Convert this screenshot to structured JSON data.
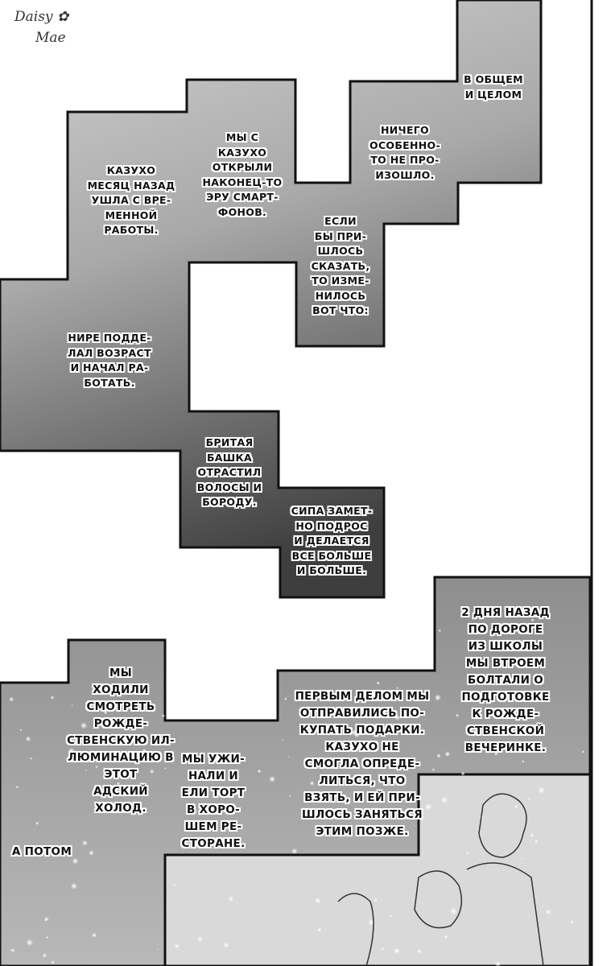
{
  "watermark": {
    "line1": "Daisy",
    "line2": "Mae",
    "icon": "flower-icon"
  },
  "captions": {
    "c1": "В общем\nи целом",
    "c2": "Ничего\nособенно-\nто не про-\nизошло.",
    "c3": "Мы с\nКазухо\nоткрыли\nнаконец-то\nэру смарт-\nфонов.",
    "c4": "Казухо\nмесяц назад\nушла с вре-\nменной\nработы.",
    "c5": "Если\nбы при-\nшлось\nсказать,\nто изме-\nнилось\nвот что:",
    "c6": "Нире подде-\nлал возраст\nи начал ра-\nботать.",
    "c7": "Бритая\nбашка\nотрастил\nволосы и\nбороду.",
    "c8": "Сипа замет-\nно подрос\nи делается\nвсе больше\nи больше.",
    "c9": "2 дня назад\nпо дороге\nиз школы\nмы втроем\nболтали о\nподготовке\nк рожде-\nственской\nвечеринке.",
    "c10": "Первым делом мы\nотправились по-\nкупать подарки.\nКазухо не\nсмогла опреде-\nлиться, что\nвзять, и ей при-\nшлось заняться\nэтим позже.",
    "c11": "Мы\nходили\nсмотреть\nрожде-\nственскую ил-\nлюминацию в\nэтот\nадский\nхолод.",
    "c12": "Мы ужи-\nнали и\nели торт\nв хоро-\nшем ре-\nсторане.",
    "c13": "А потом"
  }
}
